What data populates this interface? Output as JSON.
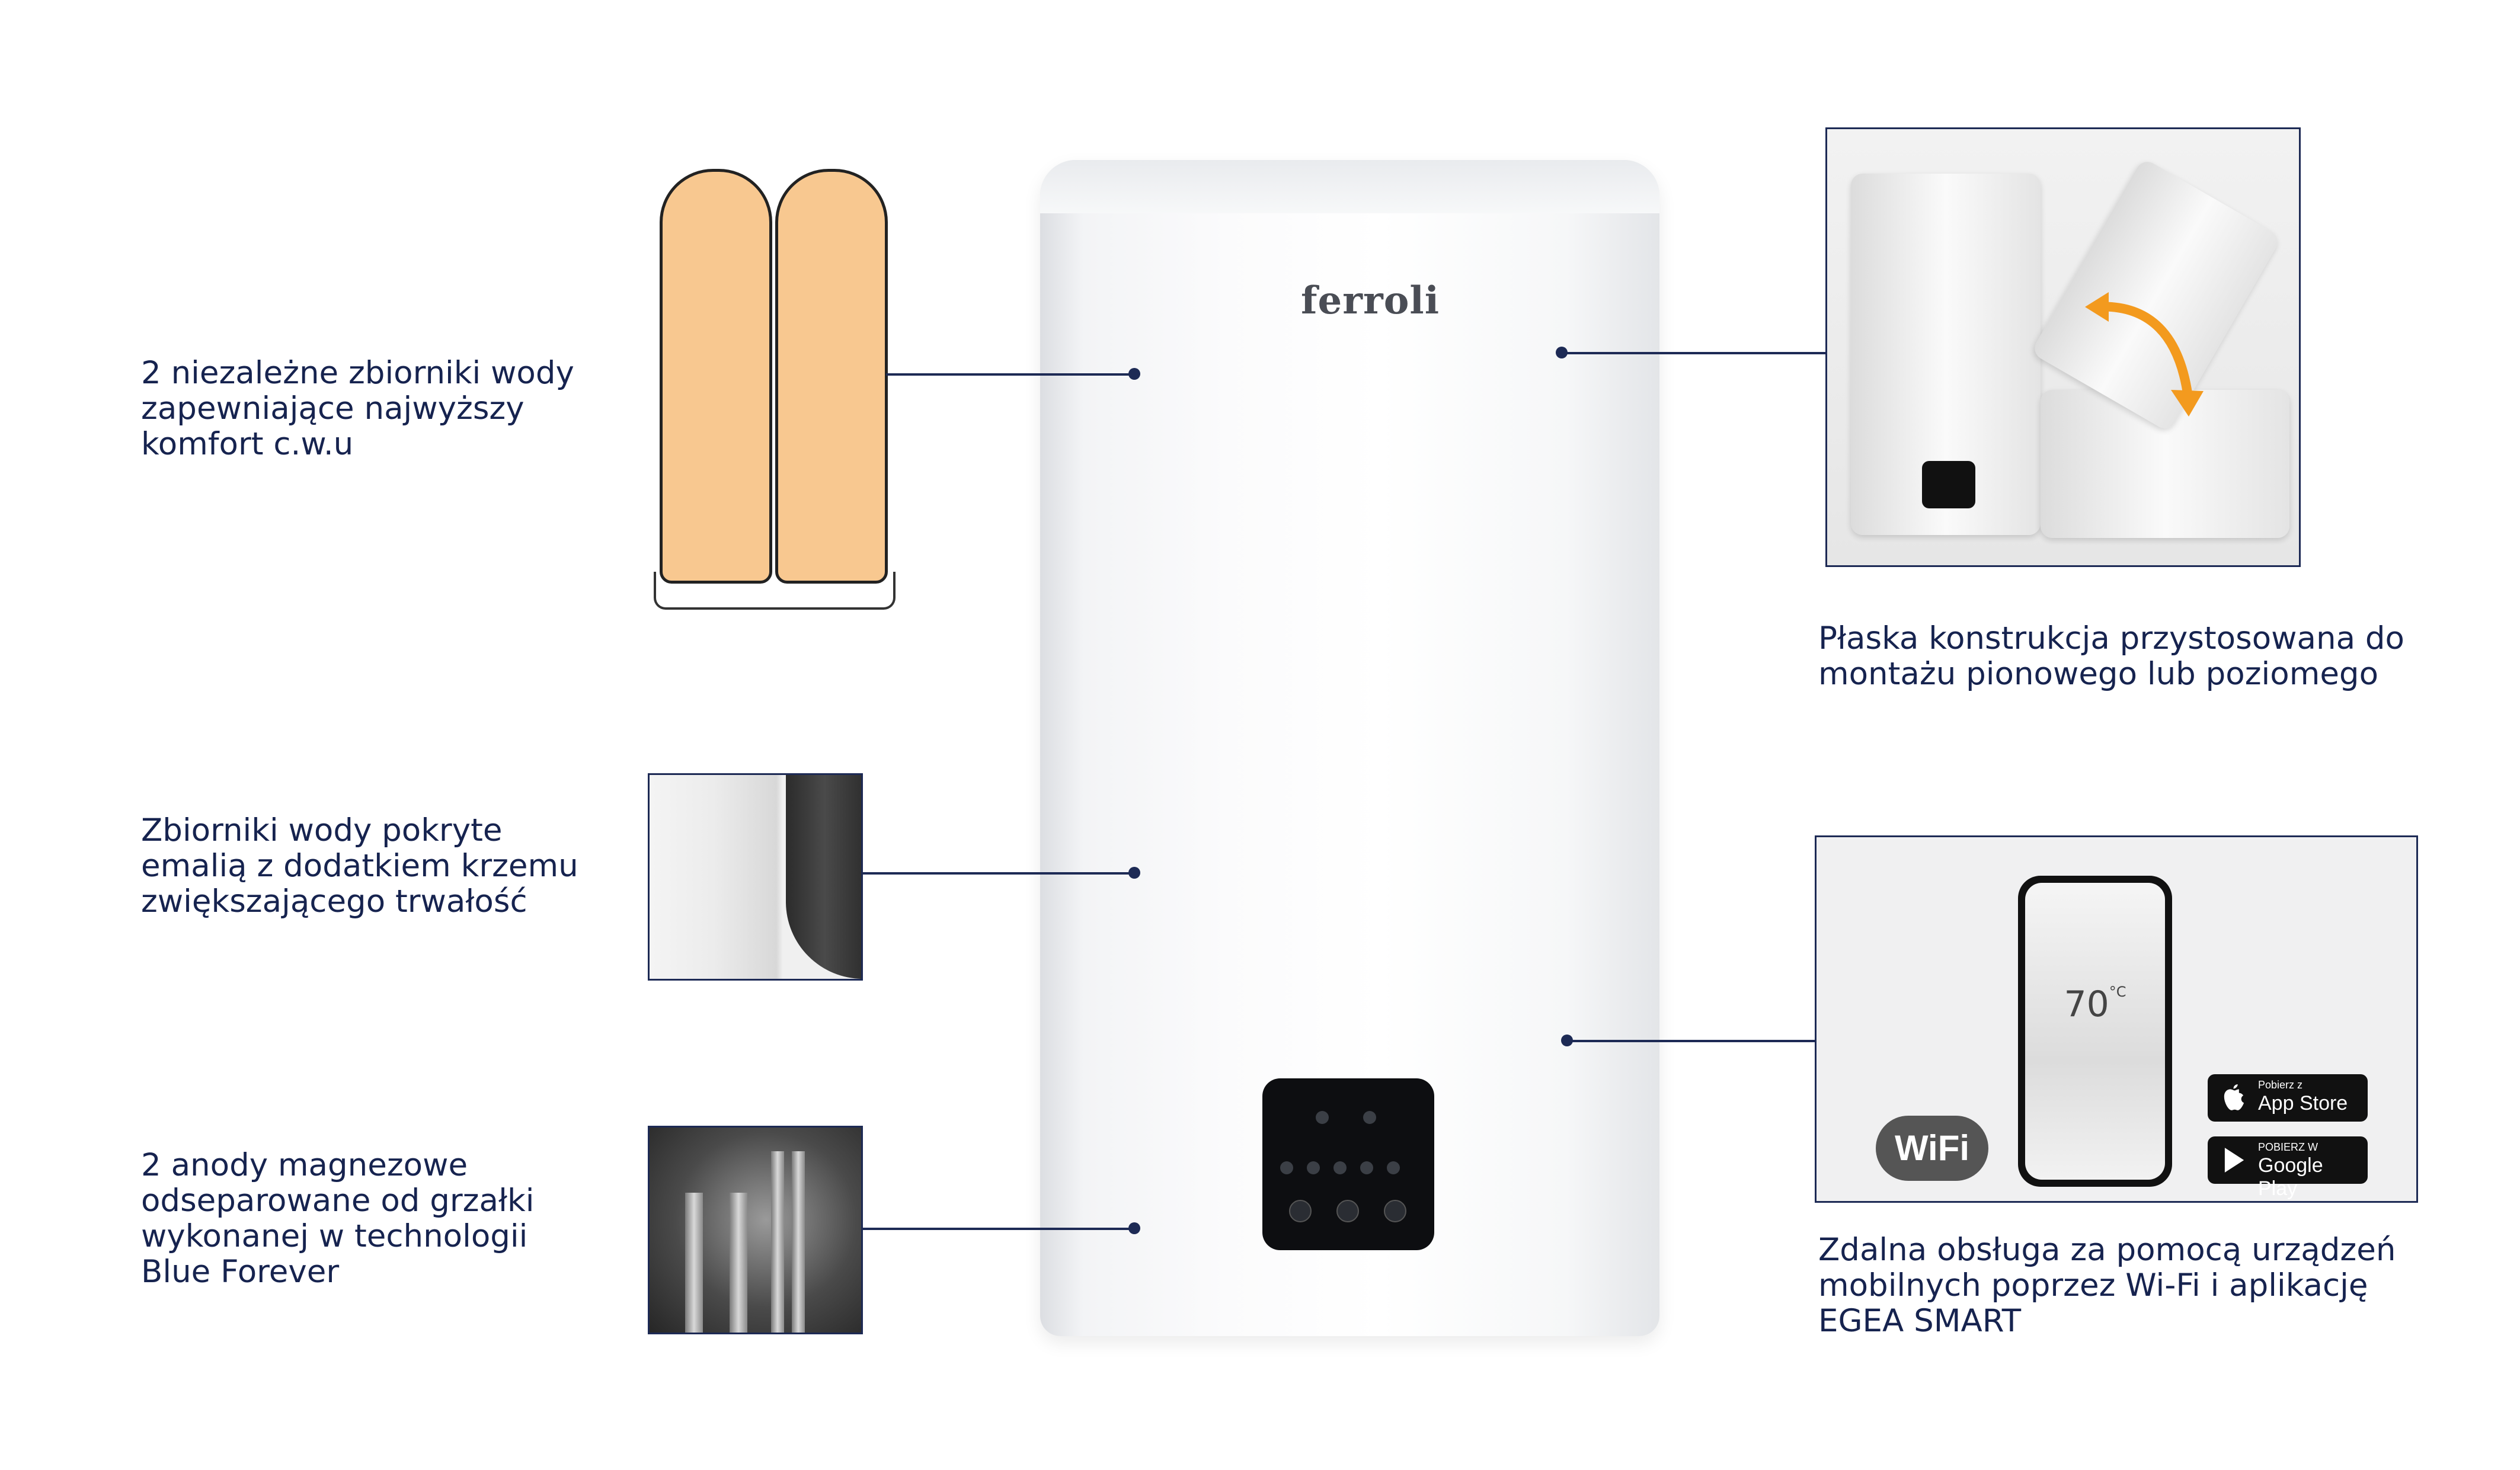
{
  "features": {
    "tanks": "2 niezależne zbiorniki wody\nzapewniające najwyższy\nkomfort c.w.u",
    "enamel": "Zbiorniki wody pokryte\nemalią z dodatkiem krzemu\nzwiększającego trwałość",
    "anodes": "2 anody magnezowe\nodseparowane od grzałki\nwykonanej w technologii\nBlue Forever",
    "flat": "Płaska konstrukcja przystosowana do\nmontażu pionowego lub poziomego",
    "remote": "Zdalna obsługa za pomocą urządzeń\nmobilnych poprzez Wi-Fi i aplikację\nEGEA SMART"
  },
  "product": {
    "brand": "ferroli"
  },
  "app": {
    "temperature": "70",
    "temperature_unit": "°C",
    "wifi_label": "WiFi",
    "app_store_small": "Pobierz z",
    "app_store_big": "App Store",
    "google_play_small": "POBIERZ W",
    "google_play_big": "Google Play"
  },
  "colors": {
    "text": "#16234f",
    "tank": "#f8c890",
    "connector": "#1d2a55",
    "arrow": "#f39a1e"
  }
}
